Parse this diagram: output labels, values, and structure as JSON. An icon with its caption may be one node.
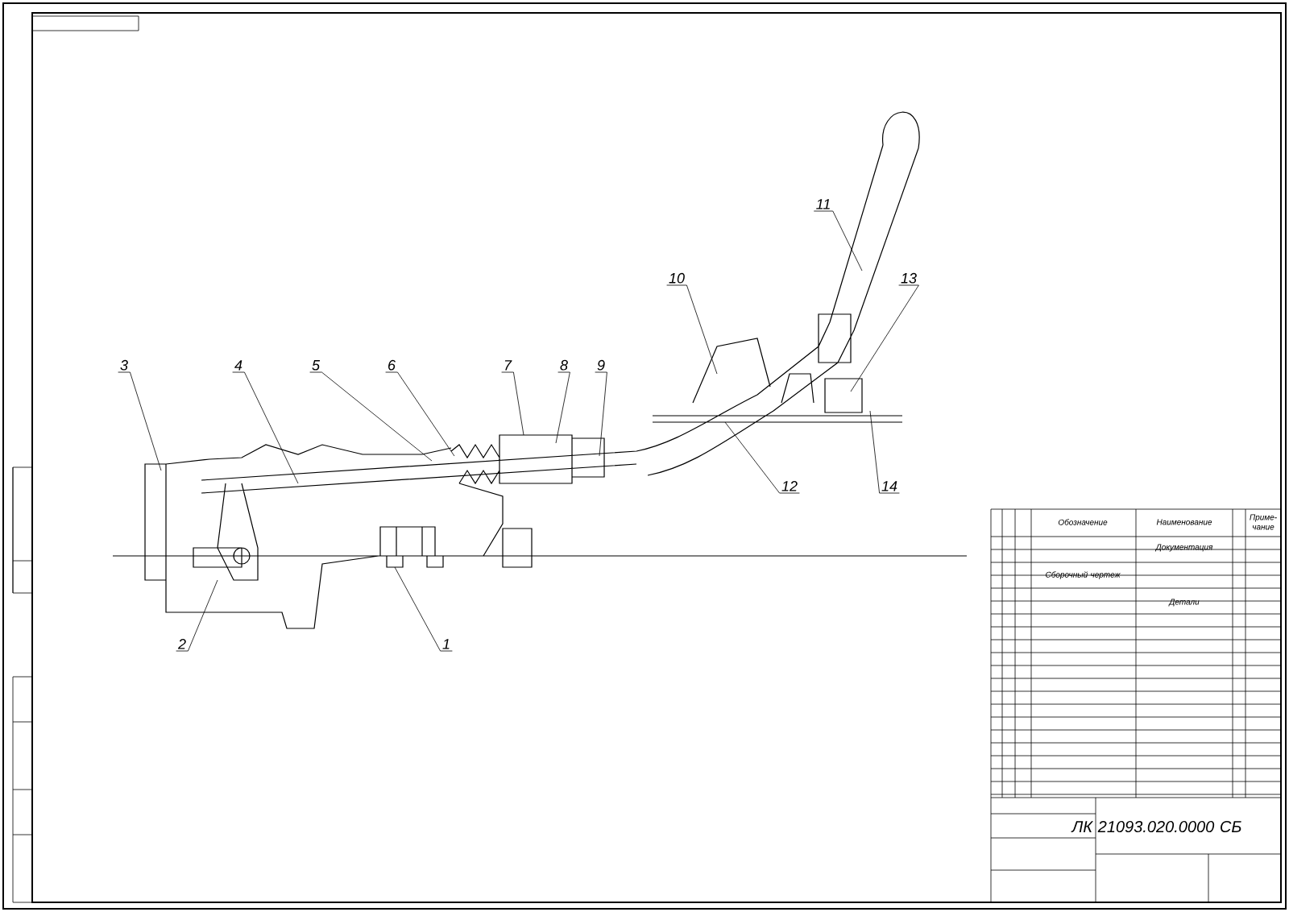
{
  "diagram": {
    "nodes": [
      {
        "text": [
          "1"
        ]
      },
      {
        "text": [
          "2"
        ]
      },
      {
        "text": [
          "3"
        ]
      },
      {
        "text": [
          "4"
        ]
      },
      {
        "text": [
          "5"
        ]
      },
      {
        "text": [
          "6"
        ]
      },
      {
        "text": [
          "7"
        ]
      },
      {
        "text": [
          "8"
        ]
      },
      {
        "text": [
          "9"
        ]
      },
      {
        "text": [
          "10"
        ]
      },
      {
        "text": [
          "11"
        ]
      },
      {
        "text": [
          "12"
        ]
      },
      {
        "text": [
          "13"
        ]
      },
      {
        "text": [
          "14"
        ]
      }
    ],
    "edges": [
      {
        "from": 0,
        "to": null,
        "arrow": "none"
      },
      {
        "from": 1,
        "to": null,
        "arrow": "none"
      },
      {
        "from": 2,
        "to": null,
        "arrow": "none"
      },
      {
        "from": 3,
        "to": null,
        "arrow": "none"
      },
      {
        "from": 4,
        "to": null,
        "arrow": "none"
      },
      {
        "from": 5,
        "to": null,
        "arrow": "none"
      },
      {
        "from": 6,
        "to": null,
        "arrow": "none"
      },
      {
        "from": 7,
        "to": null,
        "arrow": "none"
      },
      {
        "from": 8,
        "to": null,
        "arrow": "none"
      },
      {
        "from": 9,
        "to": null,
        "arrow": "none"
      },
      {
        "from": 10,
        "to": null,
        "arrow": "none"
      },
      {
        "from": 11,
        "to": null,
        "arrow": "none"
      },
      {
        "from": 12,
        "to": null,
        "arrow": "none"
      },
      {
        "from": 13,
        "to": null,
        "arrow": "none"
      }
    ],
    "labels": [
      "Обозначение",
      "Наименование",
      "Приме-чание",
      "Документация",
      "Сборочный чертеж",
      "Детали",
      "ЛК 21093.020.0000 СБ"
    ]
  }
}
